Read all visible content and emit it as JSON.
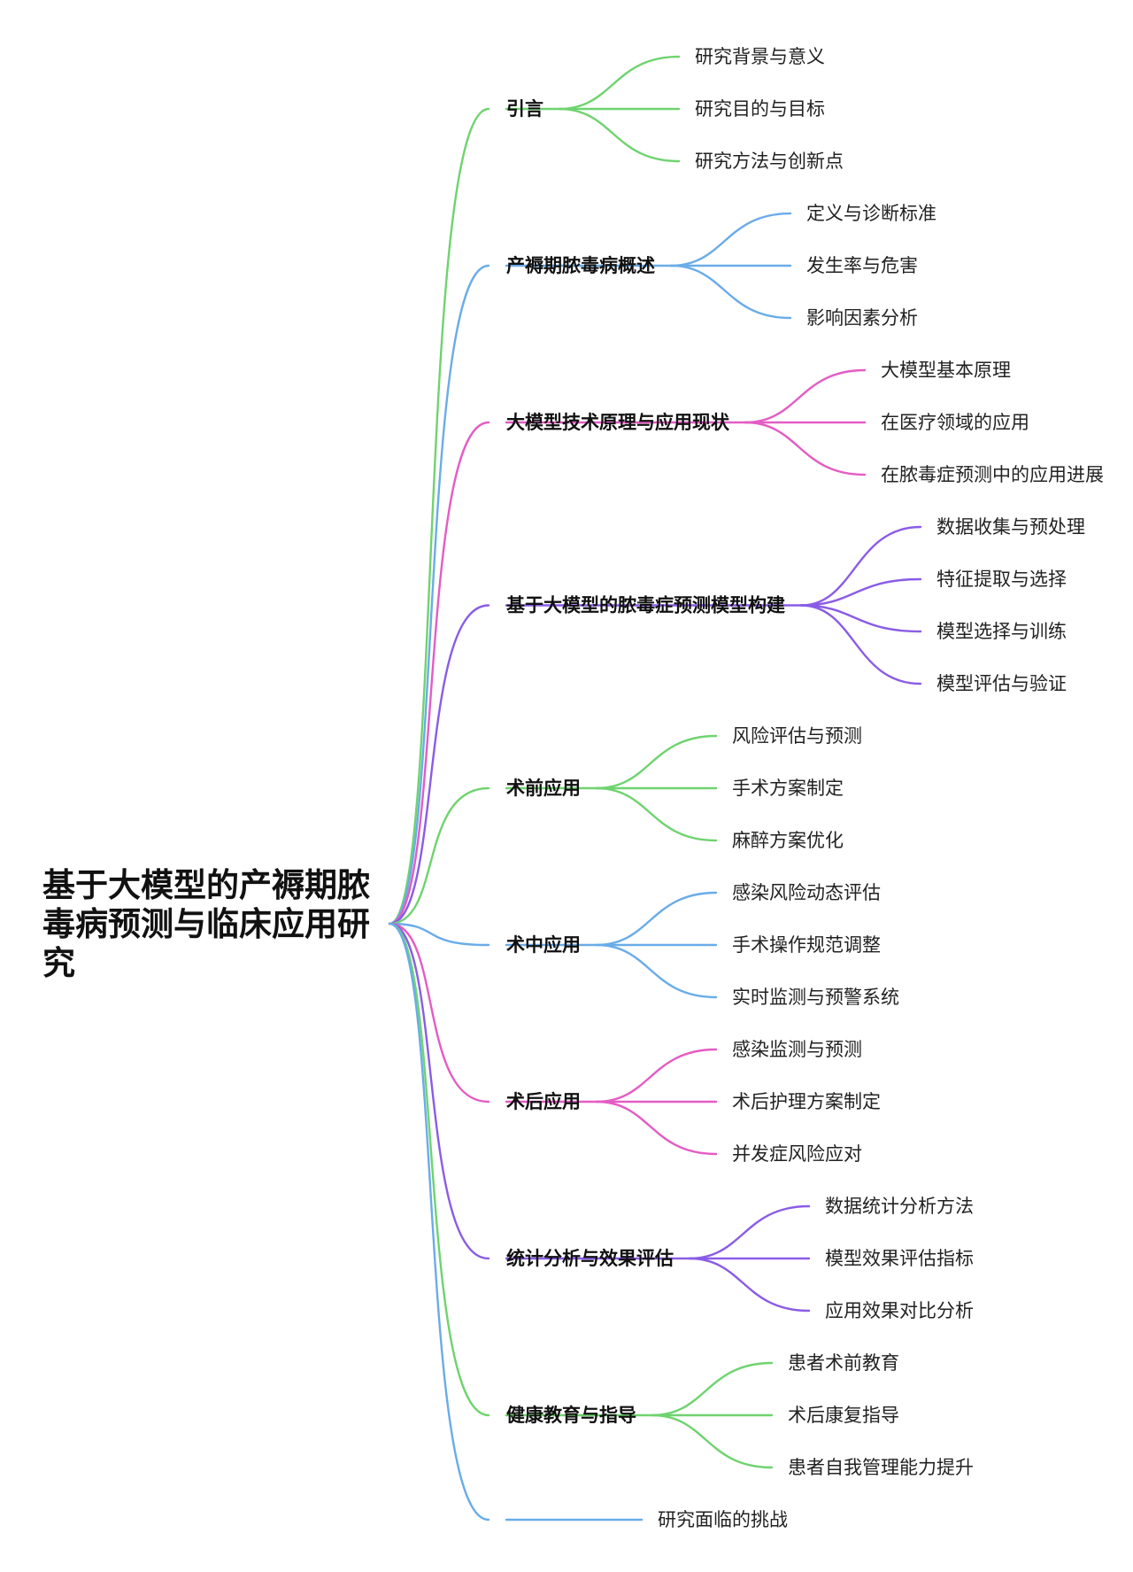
{
  "root": {
    "lines": [
      "基于大模型的产褥期脓",
      "毒病预测与临床应用研",
      "究"
    ]
  },
  "branches": [
    {
      "label": "引言",
      "color": "#6fd36f",
      "children": [
        "研究背景与意义",
        "研究目的与目标",
        "研究方法与创新点"
      ]
    },
    {
      "label": "产褥期脓毒病概述",
      "color": "#6aace8",
      "children": [
        "定义与诊断标准",
        "发生率与危害",
        "影响因素分析"
      ]
    },
    {
      "label": "大模型技术原理与应用现状",
      "color": "#e45cc4",
      "children": [
        "大模型基本原理",
        "在医疗领域的应用",
        "在脓毒症预测中的应用进展"
      ]
    },
    {
      "label": "基于大模型的脓毒症预测模型构建",
      "color": "#8a5ce6",
      "children": [
        "数据收集与预处理",
        "特征提取与选择",
        "模型选择与训练",
        "模型评估与验证"
      ]
    },
    {
      "label": "术前应用",
      "color": "#6fd36f",
      "children": [
        "风险评估与预测",
        "手术方案制定",
        "麻醉方案优化"
      ]
    },
    {
      "label": "术中应用",
      "color": "#6aace8",
      "children": [
        "感染风险动态评估",
        "手术操作规范调整",
        "实时监测与预警系统"
      ]
    },
    {
      "label": "术后应用",
      "color": "#e45cc4",
      "children": [
        "感染监测与预测",
        "术后护理方案制定",
        "并发症风险应对"
      ]
    },
    {
      "label": "统计分析与效果评估",
      "color": "#8a5ce6",
      "children": [
        "数据统计分析方法",
        "模型效果评估指标",
        "应用效果对比分析"
      ]
    },
    {
      "label": "健康教育与指导",
      "color": "#6fd36f",
      "children": [
        "患者术前教育",
        "术后康复指导",
        "患者自我管理能力提升"
      ]
    },
    {
      "label": "",
      "color": "#6aace8",
      "children": [
        "研究面临的挑战"
      ]
    }
  ]
}
